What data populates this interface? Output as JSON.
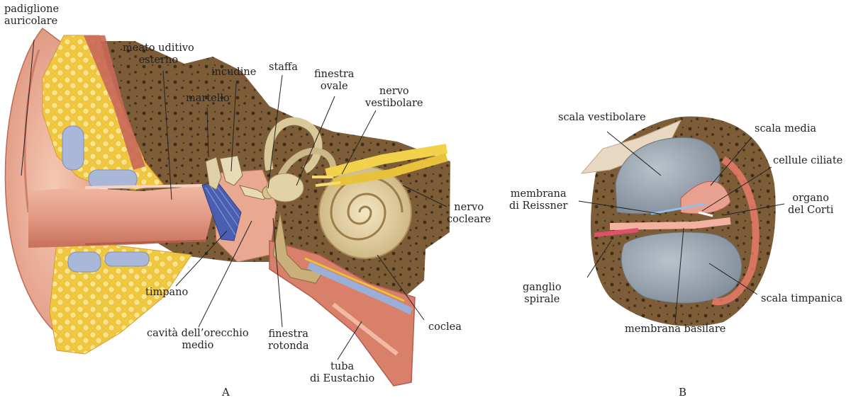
{
  "panels": {
    "A": {
      "letter": "A",
      "labels": {
        "padiglione": [
          "padiglione",
          "auricolare"
        ],
        "meato": [
          "meato uditivo",
          "esterno"
        ],
        "incudine": "incudine",
        "staffa": "staffa",
        "finestra_ovale": [
          "finestra",
          "ovale"
        ],
        "nervo_vestibolare": [
          "nervo",
          "vestibolare"
        ],
        "martello": "martello",
        "nervo_cocleare": [
          "nervo",
          "cocleare"
        ],
        "timpano": "timpano",
        "cavita": [
          "cavità dell’orecchio",
          "medio"
        ],
        "finestra_rotonda": [
          "finestra",
          "rotonda"
        ],
        "coclea": "coclea",
        "tuba": [
          "tuba",
          "di Eustachio"
        ]
      }
    },
    "B": {
      "letter": "B",
      "labels": {
        "scala_vestibolare": "scala vestibolare",
        "scala_media": "scala media",
        "cellule_ciliate": "cellule ciliate",
        "membrana_reissner": [
          "membrana",
          "di Reissner"
        ],
        "organo_corti": [
          "organo",
          "del Corti"
        ],
        "ganglio": [
          "ganglio",
          "spirale"
        ],
        "scala_timpanica": "scala timpanica",
        "membrana_basilare": "membrana basilare"
      }
    }
  },
  "colors": {
    "skin": "#e8a48c",
    "skin_dark": "#c97a66",
    "bone": "#7b5a36",
    "cartilage": "#f4d35e",
    "ossicle": "#d9c89a",
    "eardrum": "#4a5fb0",
    "nerve": "#f2d24a",
    "fluid": "#8e9aa6"
  }
}
